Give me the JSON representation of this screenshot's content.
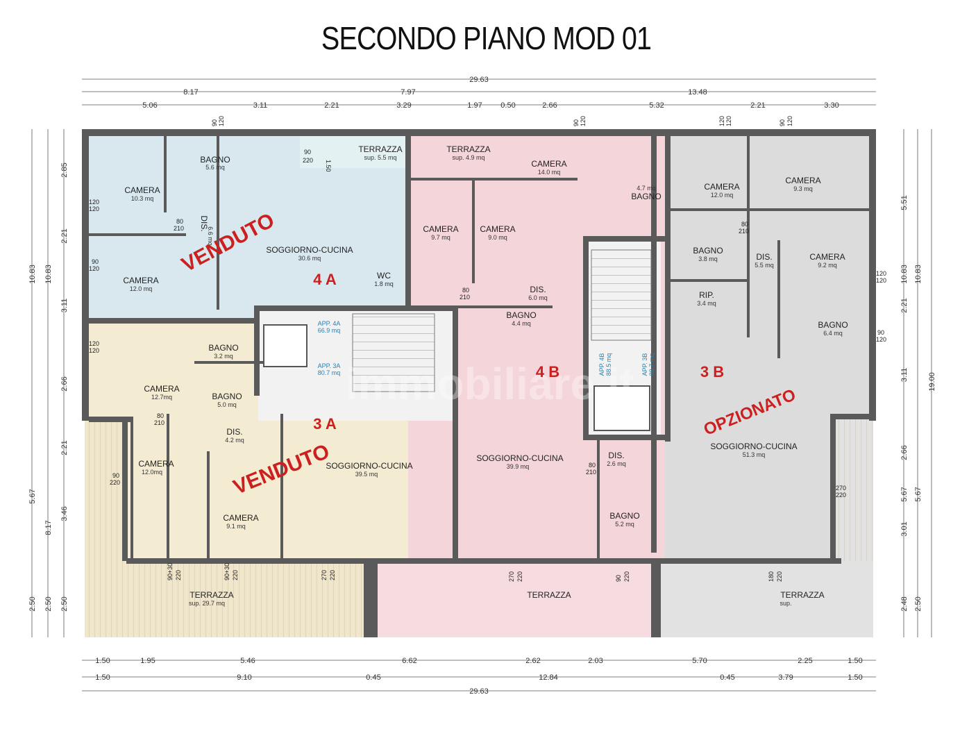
{
  "title": "SECONDO PIANO MOD 01",
  "colors": {
    "unit_4a": "#d8e8ee",
    "unit_3a": "#f3ecd2",
    "unit_4b": "#f4d5d9",
    "unit_3b": "#dcdcdc",
    "wall": "#5a5a5a",
    "status_text": "#cc1f1f"
  },
  "dims_top": {
    "total": "29.63",
    "row2": [
      "8.17",
      "7.97",
      "13.48"
    ],
    "row3": [
      "5.06",
      "3.11",
      "2.21",
      "3.29",
      "1.97",
      "0.50",
      "2.66",
      "5.32",
      "2.21",
      "3.30"
    ]
  },
  "dims_bottom": {
    "row1": [
      "1.50",
      "1.95",
      "5.46",
      "6.62",
      "2.62",
      "2.03",
      "5.70",
      "2.25",
      "1.50"
    ],
    "row2": [
      "1.50",
      "9.10",
      "0.45",
      "12.84",
      "0.45",
      "3.79",
      "1.50"
    ],
    "total": "29.63"
  },
  "dims_left": {
    "outer": [
      "10.83",
      "5.67",
      "2.50"
    ],
    "middle": [
      "10.83",
      "8.17",
      "2.50"
    ],
    "inner": [
      "2.85",
      "2.21",
      "3.11",
      "2.66",
      "2.21",
      "3.46",
      "2.50"
    ]
  },
  "dims_right": {
    "inner": [
      "5.51",
      "2.21",
      "3.11",
      "2.66",
      "3.01",
      "2.48"
    ],
    "middle": [
      "10.83",
      "5.67",
      "2.50"
    ],
    "outer": [
      "19.00"
    ],
    "mid_extra": [
      "10.83",
      "5.67"
    ]
  },
  "rooms": [
    {
      "name": "BAGNO",
      "area": "5.6 mq"
    },
    {
      "name": "CAMERA",
      "area": "10.3 mq"
    },
    {
      "name": "DIS.",
      "area": "6.6 mq"
    },
    {
      "name": "CAMERA",
      "area": "12.0 mq"
    },
    {
      "name": "SOGGIORNO-CUCINA",
      "area": "30.6 mq"
    },
    {
      "name": "WC",
      "area": "1.8 mq"
    },
    {
      "name": "TERRAZZA",
      "area": "sup. 5.5 mq"
    },
    {
      "name": "TERRAZZA",
      "area": "sup. 4.9 mq"
    },
    {
      "name": "CAMERA",
      "area": "9.7 mq"
    },
    {
      "name": "CAMERA",
      "area": "9.0 mq"
    },
    {
      "name": "CAMERA",
      "area": "14.0 mq"
    },
    {
      "name": "BAGNO",
      "area": "4.7 mq"
    },
    {
      "name": "DIS.",
      "area": "6.0 mq"
    },
    {
      "name": "BAGNO",
      "area": "4.4 mq"
    },
    {
      "name": "CAMERA",
      "area": "12.0 mq"
    },
    {
      "name": "CAMERA",
      "area": "9.3 mq"
    },
    {
      "name": "BAGNO",
      "area": "3.8 mq"
    },
    {
      "name": "DIS.",
      "area": "5.5 mq"
    },
    {
      "name": "CAMERA",
      "area": "9.2 mq"
    },
    {
      "name": "RIP.",
      "area": "3.4 mq"
    },
    {
      "name": "BAGNO",
      "area": "6.4 mq"
    },
    {
      "name": "BAGNO",
      "area": "3.2 mq"
    },
    {
      "name": "CAMERA",
      "area": "12.7mq"
    },
    {
      "name": "BAGNO",
      "area": "5.0 mq"
    },
    {
      "name": "DIS.",
      "area": "4.2 mq"
    },
    {
      "name": "CAMERA",
      "area": "12.0mq"
    },
    {
      "name": "CAMERA",
      "area": "9.1 mq"
    },
    {
      "name": "SOGGIORNO-CUCINA",
      "area": "39.5 mq"
    },
    {
      "name": "SOGGIORNO-CUCINA",
      "area": "39.9 mq"
    },
    {
      "name": "DIS.",
      "area": "2.6 mq"
    },
    {
      "name": "BAGNO",
      "area": "5.2 mq"
    },
    {
      "name": "SOGGIORNO-CUCINA",
      "area": "51.3 mq"
    },
    {
      "name": "TERRAZZA",
      "area": "sup. 29.7 mq"
    },
    {
      "name": "TERRAZZA",
      "area": ""
    },
    {
      "name": "TERRAZZA",
      "area": "sup."
    }
  ],
  "units": [
    {
      "code": "4 A",
      "tag": "APP. 4A",
      "tag_area": "66.9 mq",
      "status": "VENDUTO"
    },
    {
      "code": "3 A",
      "tag": "APP. 3A",
      "tag_area": "80.7 mq",
      "status": "VENDUTO"
    },
    {
      "code": "4 B",
      "tag": "APP. 4B",
      "tag_area": "88.5 mq",
      "status": ""
    },
    {
      "code": "3 B",
      "tag": "APP. 3B",
      "tag_area": "88.7 mq",
      "status": "OPZIONATO"
    }
  ],
  "openings": [
    "90",
    "120",
    "80",
    "210",
    "220",
    "270",
    "180",
    "90+30",
    "1.50"
  ],
  "watermark": "immobiliare.it"
}
